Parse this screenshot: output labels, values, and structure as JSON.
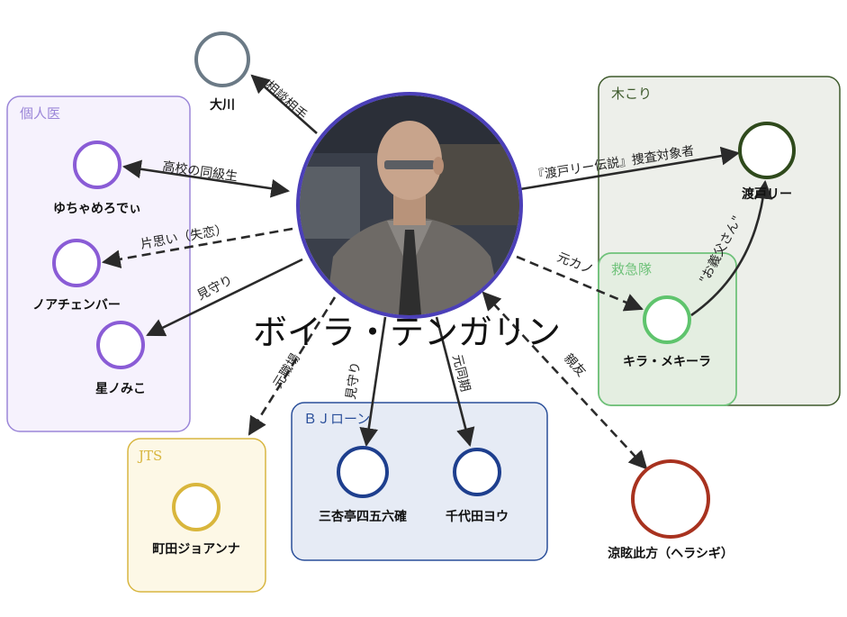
{
  "center": {
    "name": "ボイラ・テンガリン",
    "ring_color": "#4b3fb8",
    "photo": {
      "skin": "#c8a48c",
      "jacket": "#6e6a66",
      "tie": "#2e2e2e",
      "background": "#3a3f4a"
    }
  },
  "groups": {
    "kojin": {
      "label": "個人医",
      "color": "#9b86d8",
      "fill": "#f6f2fd"
    },
    "kikori": {
      "label": "木こり",
      "color": "#3e5a2c",
      "fill": "#edefea"
    },
    "kyukyu": {
      "label": "救急隊",
      "color": "#6fc27a",
      "fill": "#e7f0e5"
    },
    "jts": {
      "label": "JTS",
      "color": "#d8b640",
      "fill": "#fdf8e6"
    },
    "bj": {
      "label": "ＢＪローン",
      "color": "#2a4f9a",
      "fill": "#e6ebf5"
    }
  },
  "nodes": {
    "okawa": {
      "label": "大川",
      "color": "#6b7a86"
    },
    "yucha": {
      "label": "ゆちゃめろでぃ",
      "color": "#8a5cd6"
    },
    "noa": {
      "label": "ノアチェンバー",
      "color": "#8a5cd6"
    },
    "hoshino": {
      "label": "星ノみこ",
      "color": "#8a5cd6"
    },
    "toto": {
      "label": "渡戸リー",
      "color": "#2f4a1c"
    },
    "kira": {
      "label": "キラ・メキーラ",
      "color": "#5fc46d"
    },
    "machida": {
      "label": "町田ジョアンナ",
      "color": "#d9b63c"
    },
    "sanku": {
      "label": "三杏亭四五六確",
      "color": "#1e3f8e"
    },
    "chiyoda": {
      "label": "千代田ヨウ",
      "color": "#1e3f8e"
    },
    "suzume": {
      "label": "涼眩此方（ヘラシギ）",
      "color": "#a8321f"
    }
  },
  "edges": {
    "soudan": "相談相手",
    "doukyu": "高校の同級生",
    "kataomoi": "片思い（失恋）",
    "mimamori1": "見守り",
    "sousa": "『渡戸リー伝説』捜査対象者",
    "motokano": "元カノ",
    "ogifu": "\"お義父さん\"",
    "motoshoku": "元職場",
    "mimamori2": "見守り",
    "motodouki": "元同期",
    "shinyu": "親友"
  }
}
